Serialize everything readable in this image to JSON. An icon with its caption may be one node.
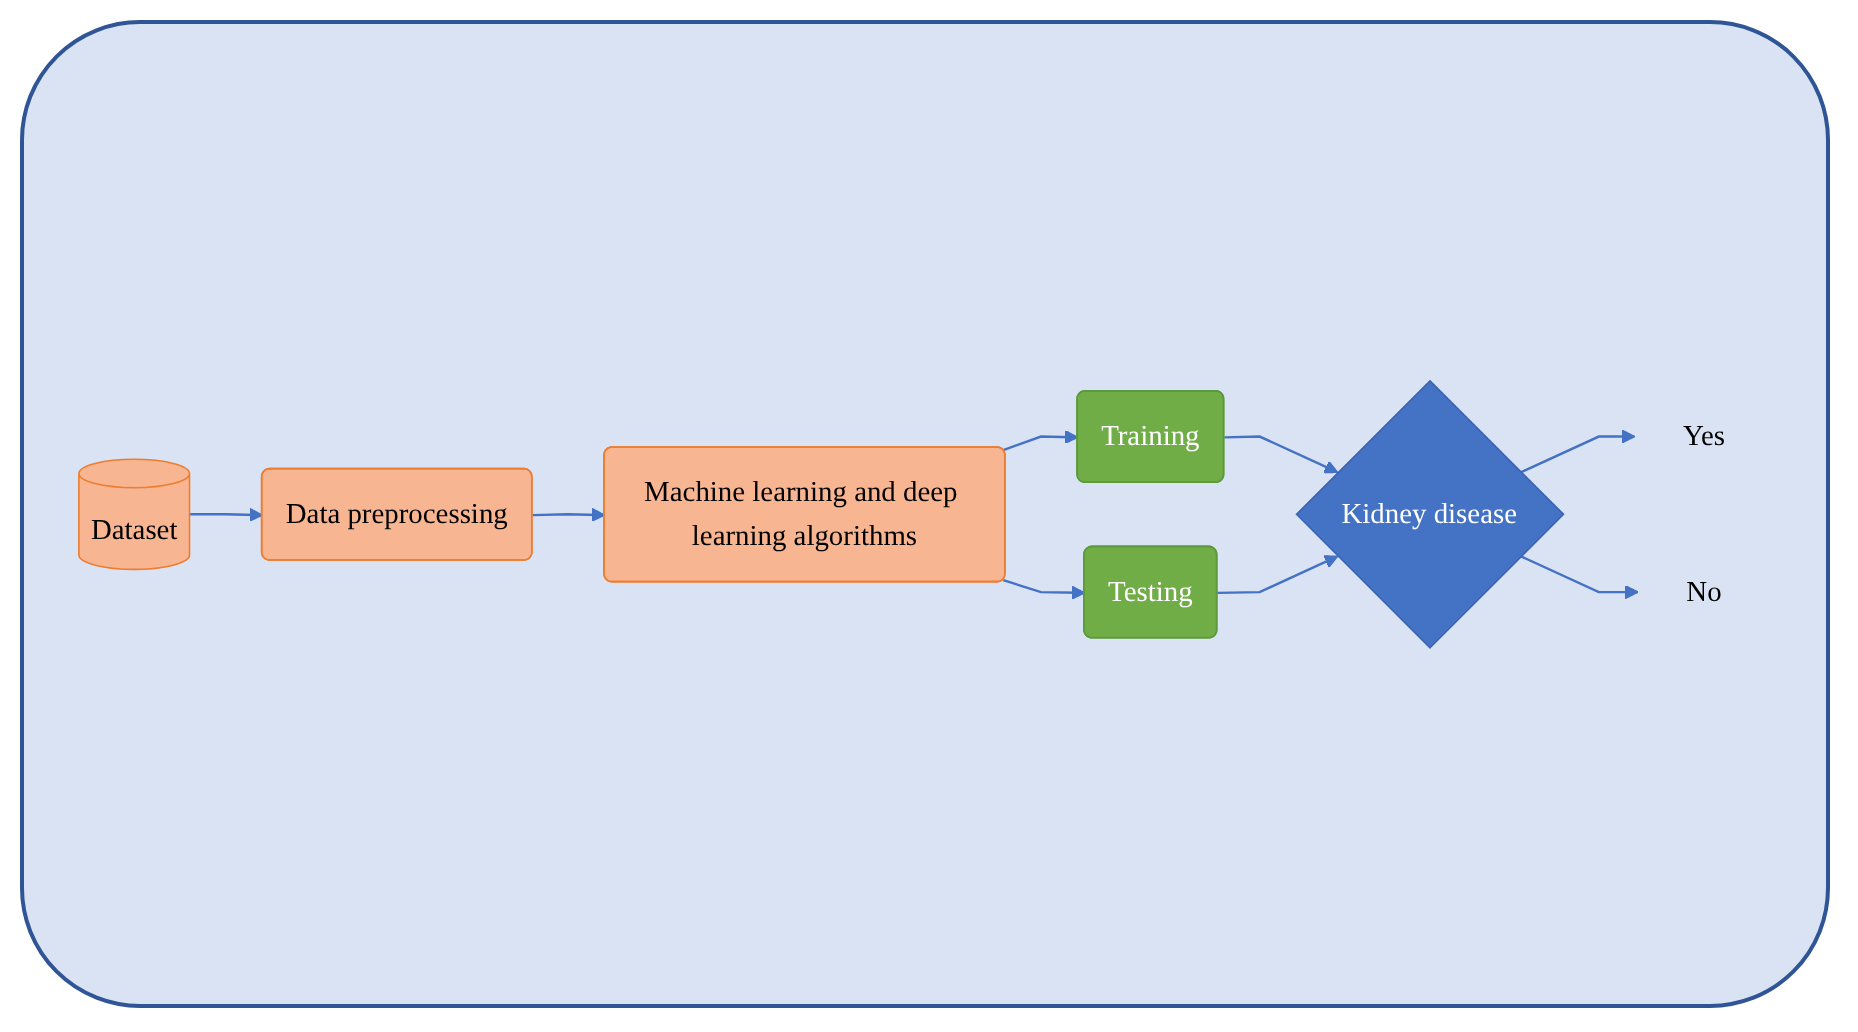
{
  "diagram": {
    "nodes": [
      {
        "text": [
          "Dataset"
        ]
      },
      {
        "text": [
          "Data preprocessing"
        ]
      },
      {
        "text": [
          "Machine learning and deep learning algorithms"
        ]
      },
      {
        "text": [
          "Training"
        ]
      },
      {
        "text": [
          "Testing"
        ]
      },
      {
        "text": [
          "Kidney disease"
        ]
      },
      {
        "text": [
          "Yes"
        ]
      },
      {
        "text": [
          "No"
        ]
      }
    ],
    "edges": [
      {
        "from": 0,
        "to": 1,
        "arrow": "to"
      },
      {
        "from": 1,
        "to": 2,
        "arrow": "to"
      },
      {
        "from": 2,
        "to": 3,
        "arrow": "to"
      },
      {
        "from": 2,
        "to": 4,
        "arrow": "to"
      },
      {
        "from": 3,
        "to": 5,
        "arrow": "to"
      },
      {
        "from": 4,
        "to": 5,
        "arrow": "to"
      },
      {
        "from": 5,
        "to": 6,
        "arrow": "to"
      },
      {
        "from": 5,
        "to": 7,
        "arrow": "to"
      }
    ]
  }
}
